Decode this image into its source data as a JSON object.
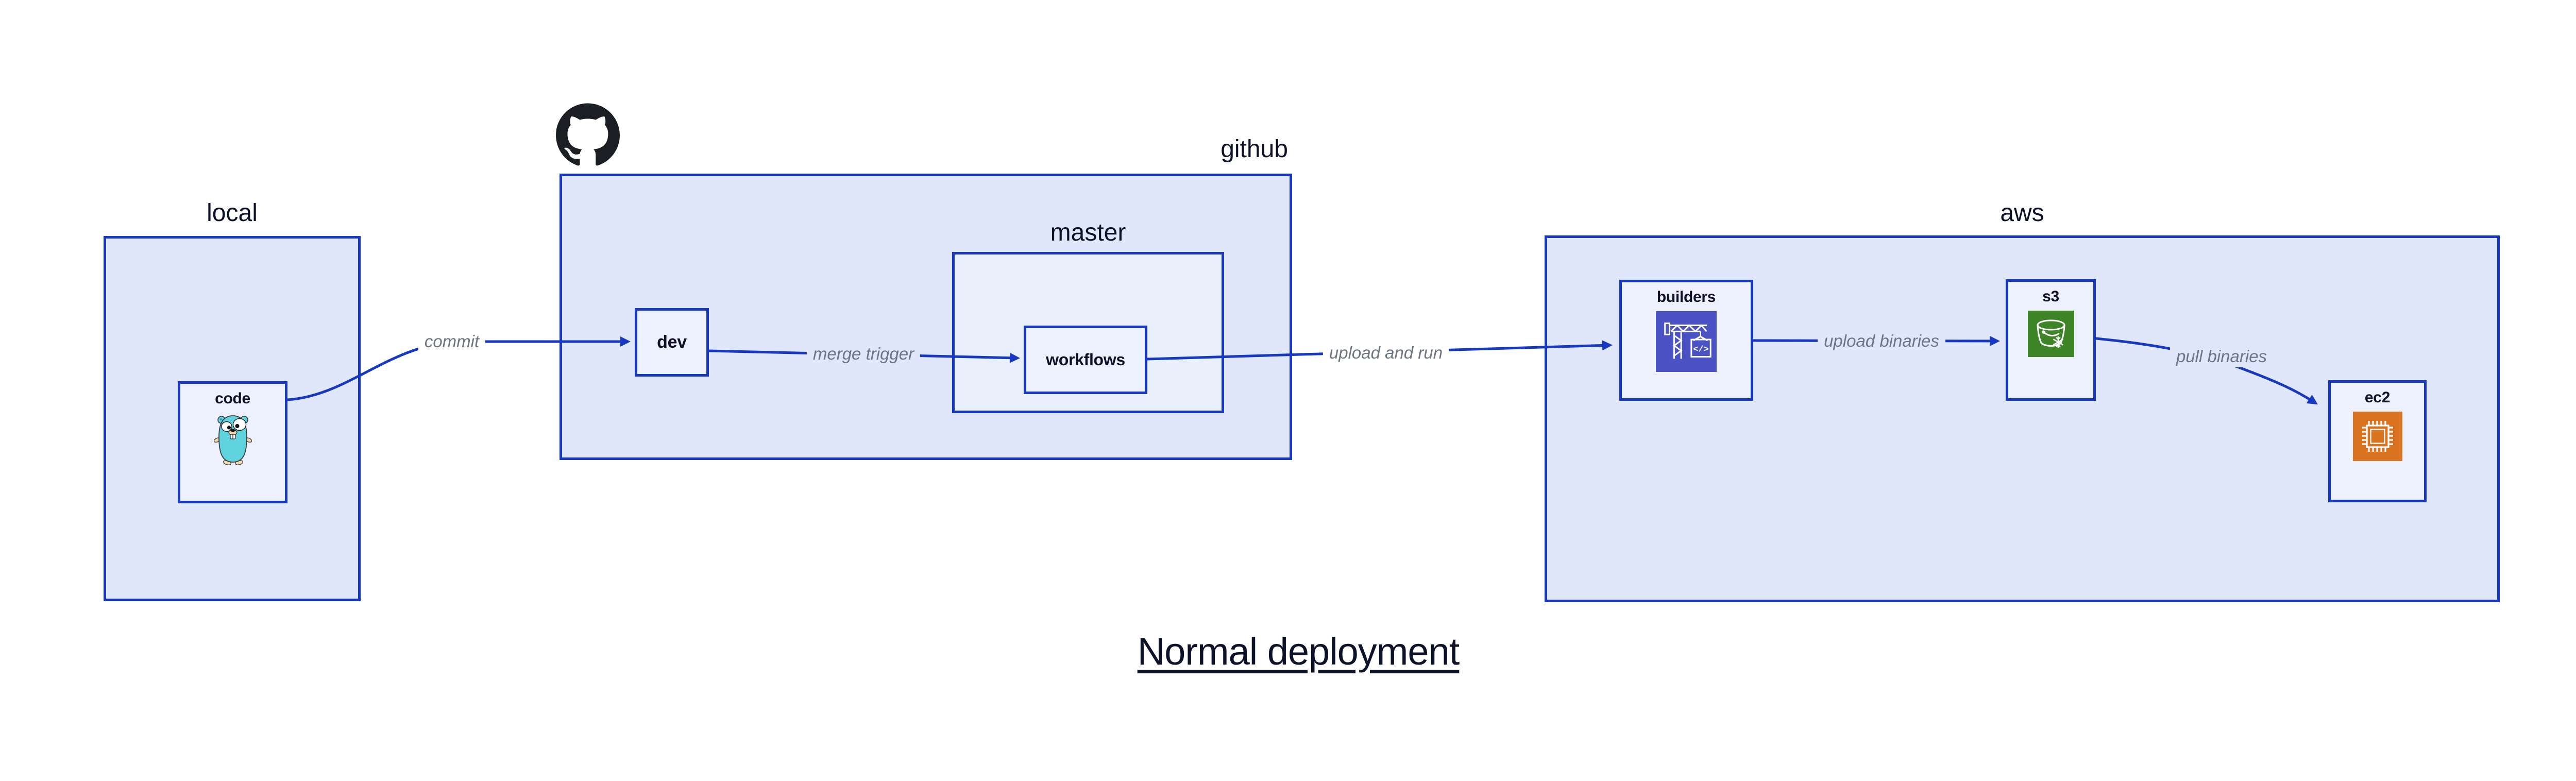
{
  "title": "Normal deployment",
  "clusters": {
    "local": {
      "label": "local"
    },
    "github": {
      "label": "github"
    },
    "master": {
      "label": "master"
    },
    "aws": {
      "label": "aws"
    }
  },
  "nodes": {
    "code": {
      "label": "code",
      "icon": "go-gopher-icon"
    },
    "dev": {
      "label": "dev"
    },
    "workflows": {
      "label": "workflows"
    },
    "builders": {
      "label": "builders",
      "icon": "codebuild-crane-icon",
      "icon_glyph": "</>"
    },
    "s3": {
      "label": "s3",
      "icon": "s3-bucket-icon"
    },
    "ec2": {
      "label": "ec2",
      "icon": "ec2-chip-icon"
    }
  },
  "edges": {
    "commit": {
      "label": "commit"
    },
    "merge_trigger": {
      "label": "merge trigger"
    },
    "upload_and_run": {
      "label": "upload and run"
    },
    "upload_binaries": {
      "label": "upload binaries"
    },
    "pull_binaries": {
      "label": "pull binaries"
    }
  },
  "colors": {
    "stroke_blue": "#1738c0",
    "cluster_fill": "#e1e7fa",
    "inner_cluster_fill": "#eaeffc",
    "node_fill": "#edf1fd",
    "edge_label_gray": "#6d7482",
    "text_dark": "#0c1228",
    "codebuild_bg": "#4b53c4",
    "s3_bg": "#3d8526",
    "ec2_bg": "#d9731f",
    "gopher_body": "#60d4de",
    "github_black": "#1b1f23"
  }
}
